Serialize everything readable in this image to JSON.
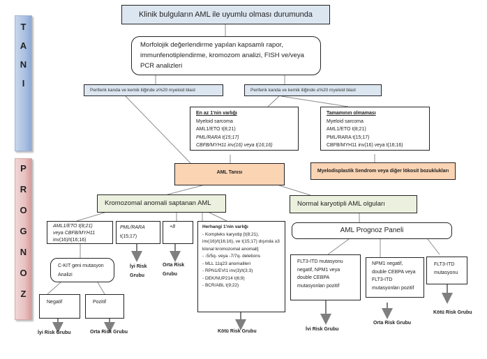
{
  "sidebar": {
    "tani": [
      "T",
      "A",
      "N",
      "I"
    ],
    "prognoz": [
      "P",
      "R",
      "O",
      "G",
      "N",
      "O",
      "Z"
    ]
  },
  "diagnosis": {
    "clinical": "Klinik bulguların AML ile uyumlu olması durumunda",
    "workup": "Morfolojik değerlendirme yapılan kapsamlı rapor, immunfenotiplendirme, kromozom analizi, FISH ve/veya PCR analizleri",
    "blast_high": "Periferik kanda ve kemik iliğinde ≥%20 myeloid  blast",
    "blast_low": "Periferik kanda ve kemik iliğinde ≤%20 myeloid blast",
    "present": {
      "title": "En az 1'nin varlığı",
      "lines": [
        "Myeloid sarcoma",
        "AML1/ETO t(8;21)",
        "PML/RARA t(15;17)",
        "CBFB/MYH11 inv(16) veya  t(16;16)"
      ]
    },
    "absent": {
      "title": "Tamamının olmaması",
      "lines": [
        "Myeloid sarcoma",
        "AML1/ETO t(8;21)",
        "PML/RARA t(15;17)",
        "CBFB/MYH11 inv(16) veya t(16;16)"
      ]
    },
    "aml": "AML Tanısı",
    "mds": "Myelodisplastik Sendrom veya diğer lökosit bozuklukları"
  },
  "prognosis": {
    "chromosomal": "Kromozomal anomali saptanan AML",
    "normal": "Normal karyotipli AML olguları",
    "cbf": {
      "line1": "AML1/ETO t(8;21)",
      "line2": "veya CBFB/MYH11",
      "line3": "inv(16)/t(16;16)"
    },
    "pml": {
      "line1": "PML/RARA",
      "line2": "t(15;17)"
    },
    "plus8": "+8",
    "ckit": "C-KIT geni mutasyon Analizi",
    "negatif": "Negatif",
    "pozitif": "Pozitif",
    "any": {
      "title": "Herhangi 1'nin varlığı",
      "items": [
        "- Kompleks karyotip [t(8;21), inv(16)/t(16;16), ve t(15;17) dışında ≥3 klonal kromozomal anomali]",
        "- -5/5q- veya -7/7q- deletions",
        "- MLL 11q23 anomalileri",
        "- RPN1/EVI1 inv(3)/t(3;3)",
        "- DEK/NUP214 t(6;9)",
        "- BCR/ABL t(9;22)"
      ]
    },
    "panel": "AML Prognoz Paneli",
    "flt3_neg": "FLT3-ITD mutasyonu negatif, NPM1 veya double CEBPA mutasyonları pozitif",
    "npm1_neg": "NPM1 negatif, double CEBPA veya FLT3-ITD mutasyonları pozitif",
    "flt3_pos": "FLT3-ITD mutasyonu",
    "risk": {
      "good": "İyi Risk Grubu",
      "good_l1": "İyi Risk",
      "good_l2": "Grubu",
      "mid": "Orta Risk Grubu",
      "mid_l1": "Orta Risk",
      "mid_l2": "Grubu",
      "bad": "Kötü Risk Grubu"
    }
  }
}
